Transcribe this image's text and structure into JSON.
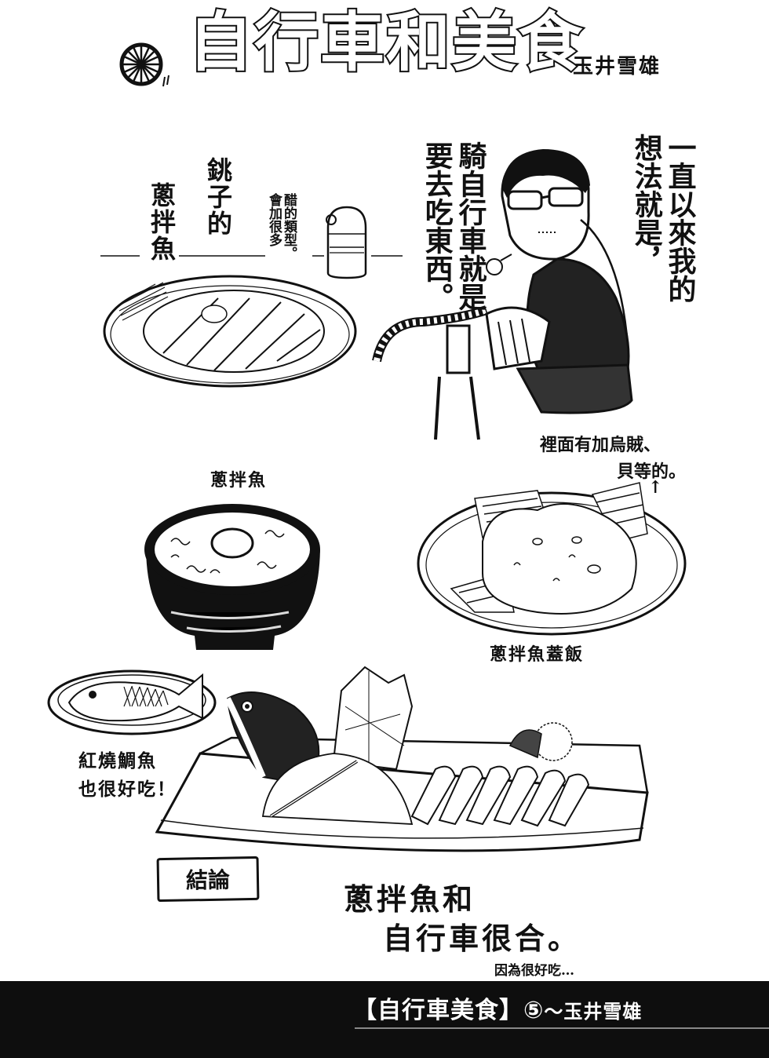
{
  "header": {
    "title": "自行車和美食",
    "author": "玉井雪雄",
    "icon": "bicycle-wheel-icon"
  },
  "panel_top": {
    "dish_label_line1": "銚子的",
    "dish_label_line2": "蔥拌魚",
    "vinegar_note_cols": [
      "會加很多",
      "醋的類型。"
    ],
    "speech_right_cols": [
      "一直以來我的",
      "想法就是，"
    ],
    "speech_left_cols": [
      "騎自行車就是",
      "要去吃東西。"
    ]
  },
  "panel_middle": {
    "bowl_label": "蔥拌魚",
    "ingredients_note_line1": "裡面有加烏賊、",
    "ingredients_note_line2": "貝等的。",
    "arrow": "↑",
    "donburi_label": "蔥拌魚蓋飯"
  },
  "panel_bottom": {
    "tai_label_line1": "紅燒鯛魚",
    "tai_label_line2": "也很好吃！"
  },
  "conclusion": {
    "box_label": "結論",
    "line1": "蔥拌魚和",
    "line2": "自行車很合。",
    "sub": "因為很好吃…"
  },
  "footer": {
    "series_title": "【自行車美食】",
    "episode": "⑤",
    "separator": "～",
    "author": "玉井雪雄"
  },
  "colors": {
    "ink": "#111111",
    "paper": "#ffffff",
    "footer_band": "#0e0e0e",
    "footer_text": "#ffffff"
  }
}
